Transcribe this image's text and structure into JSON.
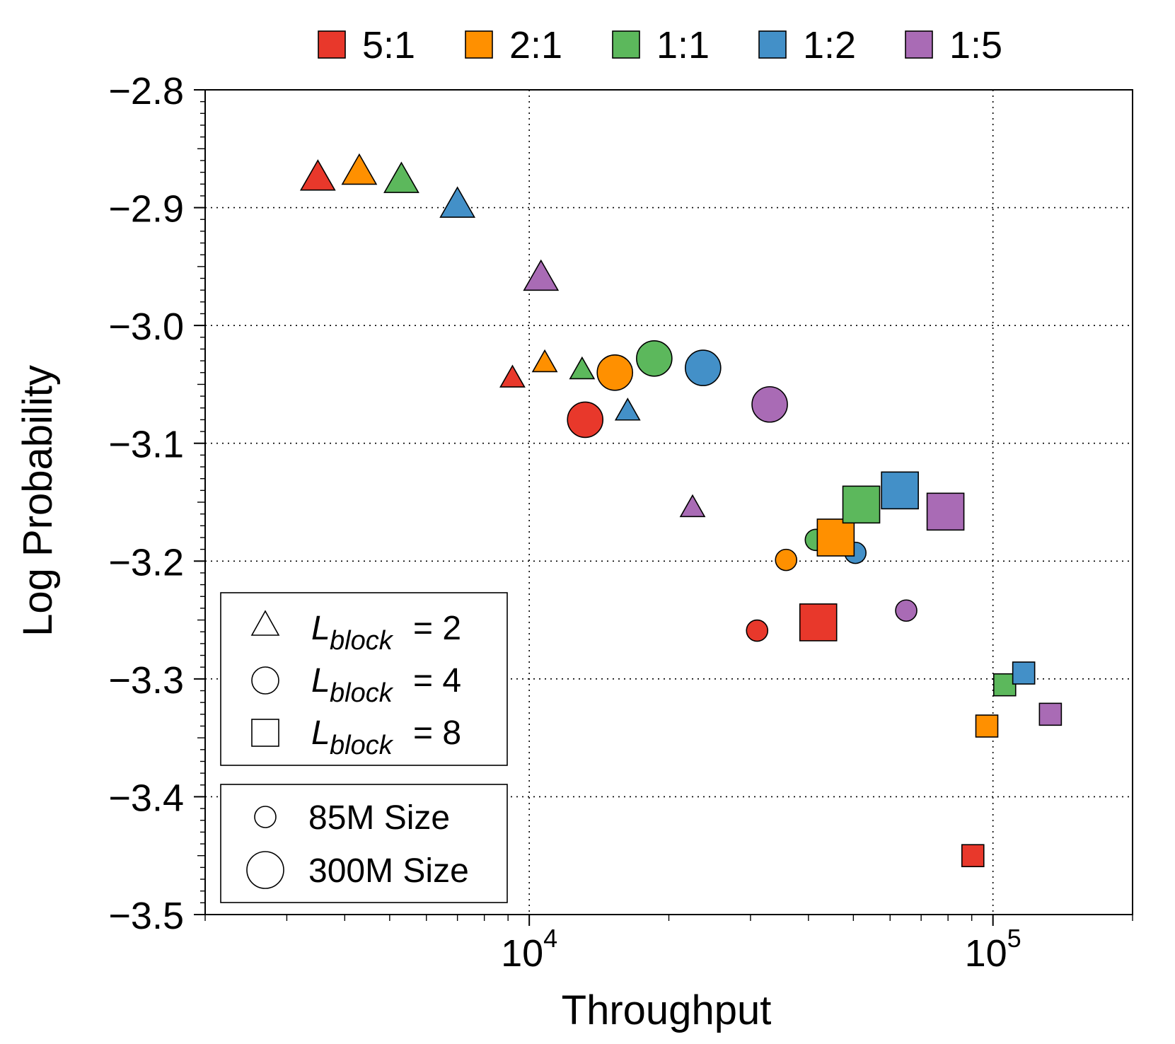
{
  "chart_data": {
    "type": "scatter",
    "xlabel": "Throughput",
    "ylabel": "Log Probability",
    "xscale": "log",
    "xlim": [
      2000,
      200000
    ],
    "ylim": [
      -3.5,
      -2.8
    ],
    "x_major_ticks": [
      10000,
      100000
    ],
    "x_tick_labels": [
      {
        "base": "10",
        "exp": "4"
      },
      {
        "base": "10",
        "exp": "5"
      }
    ],
    "y_ticks": [
      -2.8,
      -2.9,
      -3.0,
      -3.1,
      -3.2,
      -3.3,
      -3.4,
      -3.5
    ],
    "y_tick_labels": [
      "−2.8",
      "−2.9",
      "−3.0",
      "−3.1",
      "−3.2",
      "−3.3",
      "−3.4",
      "−3.5"
    ],
    "grid": true,
    "series": [
      {
        "name": "5:1",
        "color": "#e8382b"
      },
      {
        "name": "2:1",
        "color": "#ff9000"
      },
      {
        "name": "1:1",
        "color": "#5cb85c"
      },
      {
        "name": "1:2",
        "color": "#4390c8"
      },
      {
        "name": "1:5",
        "color": "#a96bb5"
      }
    ],
    "legends": {
      "ratio_legend_position": "top",
      "block_legend": {
        "position": "lower-left",
        "entries": [
          {
            "marker": "triangle",
            "symbol": "L",
            "subscript": "block",
            "value": "= 2"
          },
          {
            "marker": "circle",
            "symbol": "L",
            "subscript": "block",
            "value": "= 4"
          },
          {
            "marker": "square",
            "symbol": "L",
            "subscript": "block",
            "value": "= 8"
          }
        ]
      },
      "size_legend": {
        "position": "lower-left",
        "entries": [
          {
            "size": "small",
            "label": "85M Size"
          },
          {
            "size": "large",
            "label": "300M Size"
          }
        ]
      }
    },
    "points": [
      {
        "series": "5:1",
        "block": 2,
        "size": "300M",
        "x": 3500,
        "y": -2.875
      },
      {
        "series": "2:1",
        "block": 2,
        "size": "300M",
        "x": 4300,
        "y": -2.87
      },
      {
        "series": "1:1",
        "block": 2,
        "size": "300M",
        "x": 5300,
        "y": -2.877
      },
      {
        "series": "1:2",
        "block": 2,
        "size": "300M",
        "x": 7000,
        "y": -2.898
      },
      {
        "series": "1:5",
        "block": 2,
        "size": "300M",
        "x": 10600,
        "y": -2.96
      },
      {
        "series": "5:1",
        "block": 2,
        "size": "85M",
        "x": 9200,
        "y": -3.045
      },
      {
        "series": "2:1",
        "block": 2,
        "size": "85M",
        "x": 10800,
        "y": -3.032
      },
      {
        "series": "1:1",
        "block": 2,
        "size": "85M",
        "x": 13000,
        "y": -3.038
      },
      {
        "series": "1:2",
        "block": 2,
        "size": "85M",
        "x": 16300,
        "y": -3.073
      },
      {
        "series": "1:5",
        "block": 2,
        "size": "85M",
        "x": 22500,
        "y": -3.155
      },
      {
        "series": "5:1",
        "block": 4,
        "size": "300M",
        "x": 13200,
        "y": -3.08
      },
      {
        "series": "2:1",
        "block": 4,
        "size": "300M",
        "x": 15300,
        "y": -3.04
      },
      {
        "series": "1:1",
        "block": 4,
        "size": "300M",
        "x": 18600,
        "y": -3.028
      },
      {
        "series": "1:2",
        "block": 4,
        "size": "300M",
        "x": 23700,
        "y": -3.036
      },
      {
        "series": "1:5",
        "block": 4,
        "size": "300M",
        "x": 33000,
        "y": -3.067
      },
      {
        "series": "5:1",
        "block": 4,
        "size": "85M",
        "x": 31000,
        "y": -3.259
      },
      {
        "series": "2:1",
        "block": 4,
        "size": "85M",
        "x": 35800,
        "y": -3.199
      },
      {
        "series": "1:1",
        "block": 4,
        "size": "85M",
        "x": 41500,
        "y": -3.182
      },
      {
        "series": "1:2",
        "block": 4,
        "size": "85M",
        "x": 50500,
        "y": -3.193
      },
      {
        "series": "1:5",
        "block": 4,
        "size": "85M",
        "x": 65000,
        "y": -3.242
      },
      {
        "series": "5:1",
        "block": 8,
        "size": "300M",
        "x": 42000,
        "y": -3.252
      },
      {
        "series": "2:1",
        "block": 8,
        "size": "300M",
        "x": 45800,
        "y": -3.18
      },
      {
        "series": "1:1",
        "block": 8,
        "size": "300M",
        "x": 52000,
        "y": -3.152
      },
      {
        "series": "1:2",
        "block": 8,
        "size": "300M",
        "x": 63000,
        "y": -3.14
      },
      {
        "series": "1:5",
        "block": 8,
        "size": "300M",
        "x": 79000,
        "y": -3.158
      },
      {
        "series": "5:1",
        "block": 8,
        "size": "85M",
        "x": 90500,
        "y": -3.45
      },
      {
        "series": "2:1",
        "block": 8,
        "size": "85M",
        "x": 97000,
        "y": -3.34
      },
      {
        "series": "1:1",
        "block": 8,
        "size": "85M",
        "x": 106000,
        "y": -3.305
      },
      {
        "series": "1:2",
        "block": 8,
        "size": "85M",
        "x": 116500,
        "y": -3.295
      },
      {
        "series": "1:5",
        "block": 8,
        "size": "85M",
        "x": 133000,
        "y": -3.33
      }
    ]
  }
}
